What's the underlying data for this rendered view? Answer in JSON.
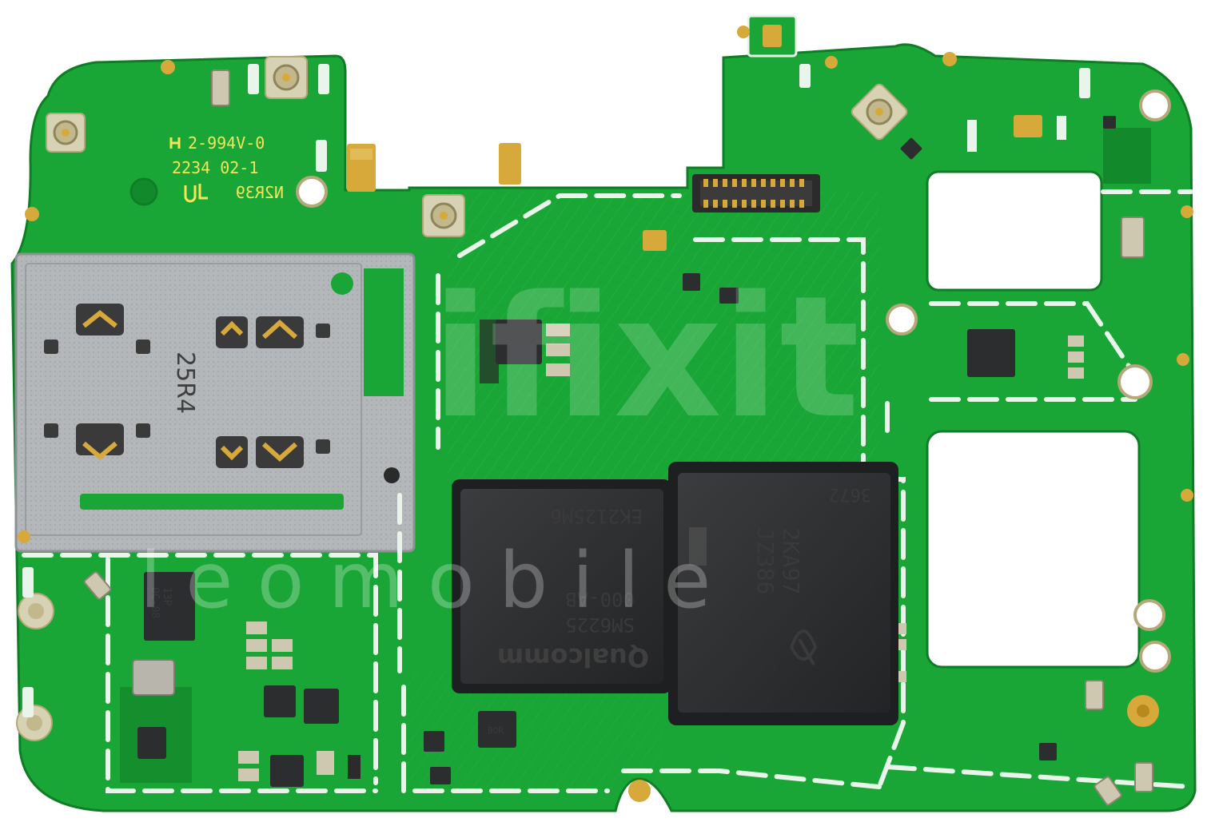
{
  "silkscreen": {
    "rating_line": "2-994V-0",
    "date_line": "2234 02-1",
    "code_mirrored": "N2R39",
    "sim_tray_mark": "25R4"
  },
  "soc": {
    "brand": "Qualcomm",
    "model": "SM6225",
    "variant": "000-AB",
    "lot": "EK2125M6"
  },
  "memory": {
    "corner_code": "3672",
    "line1": "2KA97",
    "line2": "JZ386"
  },
  "small_chip": {
    "line1": "13P",
    "line2": "0C-08"
  },
  "pmic_mark": "BOR",
  "watermark": {
    "brand": "ifixit",
    "text": "l e o m o b i l e"
  },
  "colors": {
    "board": "#1aa636",
    "board_dark": "#128a2b",
    "gold": "#d6a93a",
    "shield": "#b9bcbf",
    "chip": "#2f3032"
  }
}
